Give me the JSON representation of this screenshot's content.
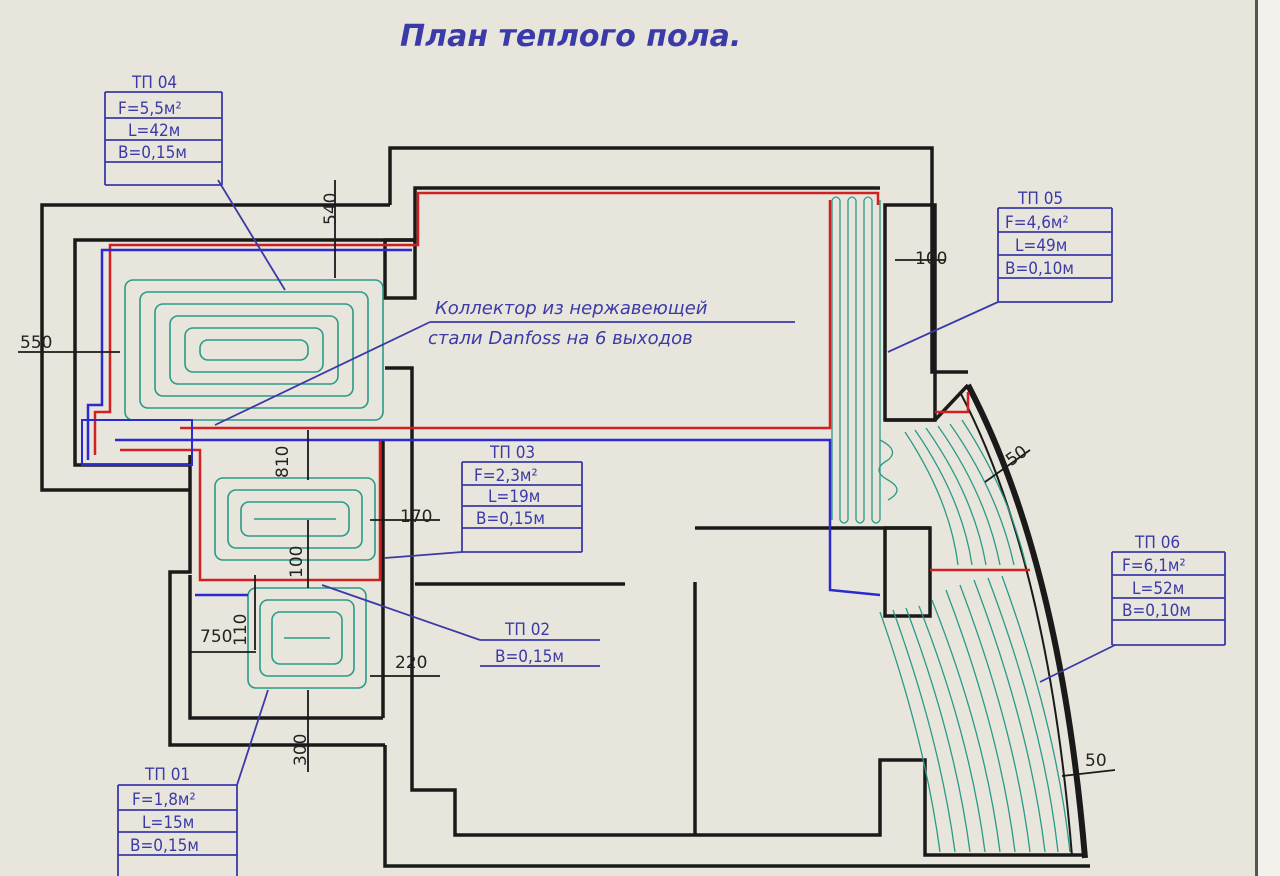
{
  "title": "План теплого пола.",
  "collector": {
    "line1": "Коллектор из нержавеющей",
    "line2": "стали Danfoss на 6 выходов"
  },
  "zones": {
    "tp01": {
      "name": "ТП 01",
      "area": "F=1,8м²",
      "length": "L=15м",
      "step": "B=0,15м"
    },
    "tp02": {
      "name": "ТП 02",
      "step": "B=0,15м"
    },
    "tp03": {
      "name": "ТП 03",
      "area": "F=2,3м²",
      "length": "L=19м",
      "step": "B=0,15м"
    },
    "tp04": {
      "name": "ТП 04",
      "area": "F=5,5м²",
      "length": "L=42м",
      "step": "B=0,15м"
    },
    "tp05": {
      "name": "ТП 05",
      "area": "F=4,6м²",
      "length": "L=49м",
      "step": "B=0,10м"
    },
    "tp06": {
      "name": "ТП 06",
      "area": "F=6,1м²",
      "length": "L=52м",
      "step": "B=0,10м"
    }
  },
  "dimensions": {
    "d540": "540",
    "d550": "550",
    "d100a": "100",
    "d810": "810",
    "d170": "170",
    "d100b": "100",
    "d110": "110",
    "d750": "750",
    "d220": "220",
    "d300": "300",
    "d50a": "50",
    "d50b": "50"
  },
  "colors": {
    "wall": "#1a1a1a",
    "supply_pipe": "#d02020",
    "return_pipe": "#2a2ad0",
    "heating_loop": "#2a9a88",
    "label": "#3a3aa8"
  }
}
